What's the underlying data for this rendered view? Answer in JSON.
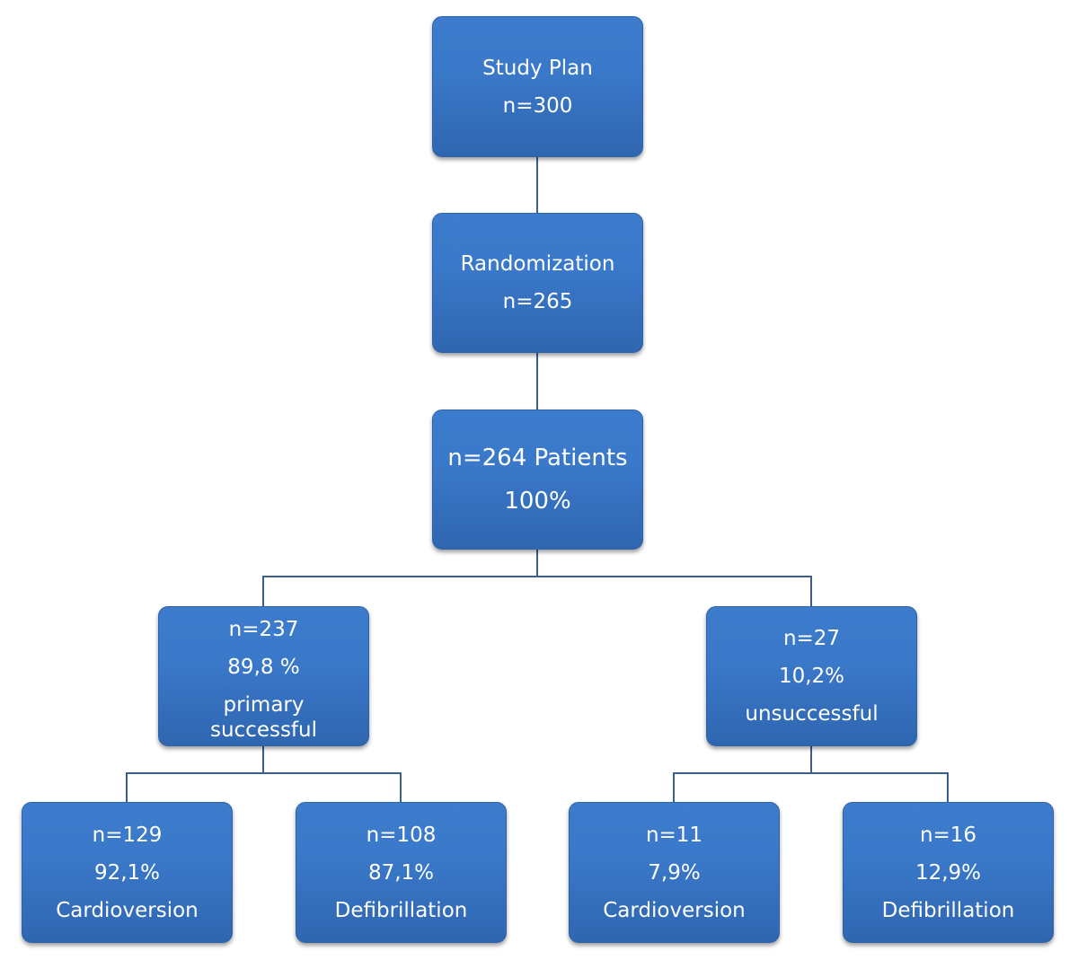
{
  "nodes": {
    "study_plan": {
      "title": "Study Plan",
      "count": "n=300"
    },
    "randomization": {
      "title": "Randomization",
      "count": "n=265"
    },
    "patients": {
      "title": "n=264 Patients",
      "percent": "100%"
    },
    "primary_success": {
      "count": "n=237",
      "percent": "89,8 %",
      "label": "primary successful"
    },
    "unsuccessful": {
      "count": "n=27",
      "percent": "10,2%",
      "label": "unsuccessful"
    },
    "success_cardioversion": {
      "count": "n=129",
      "percent": "92,1%",
      "label": "Cardioversion"
    },
    "success_defibrillation": {
      "count": "n=108",
      "percent": "87,1%",
      "label": "Defibrillation"
    },
    "unsuccess_cardioversion": {
      "count": "n=11",
      "percent": "7,9%",
      "label": "Cardioversion"
    },
    "unsuccess_defibrillation": {
      "count": "n=16",
      "percent": "12,9%",
      "label": "Defibrillation"
    }
  },
  "colors": {
    "box_fill": "#3a78c9",
    "box_border": "#2f62a6",
    "connector": "#3a5f8f",
    "text": "#ffffff"
  }
}
